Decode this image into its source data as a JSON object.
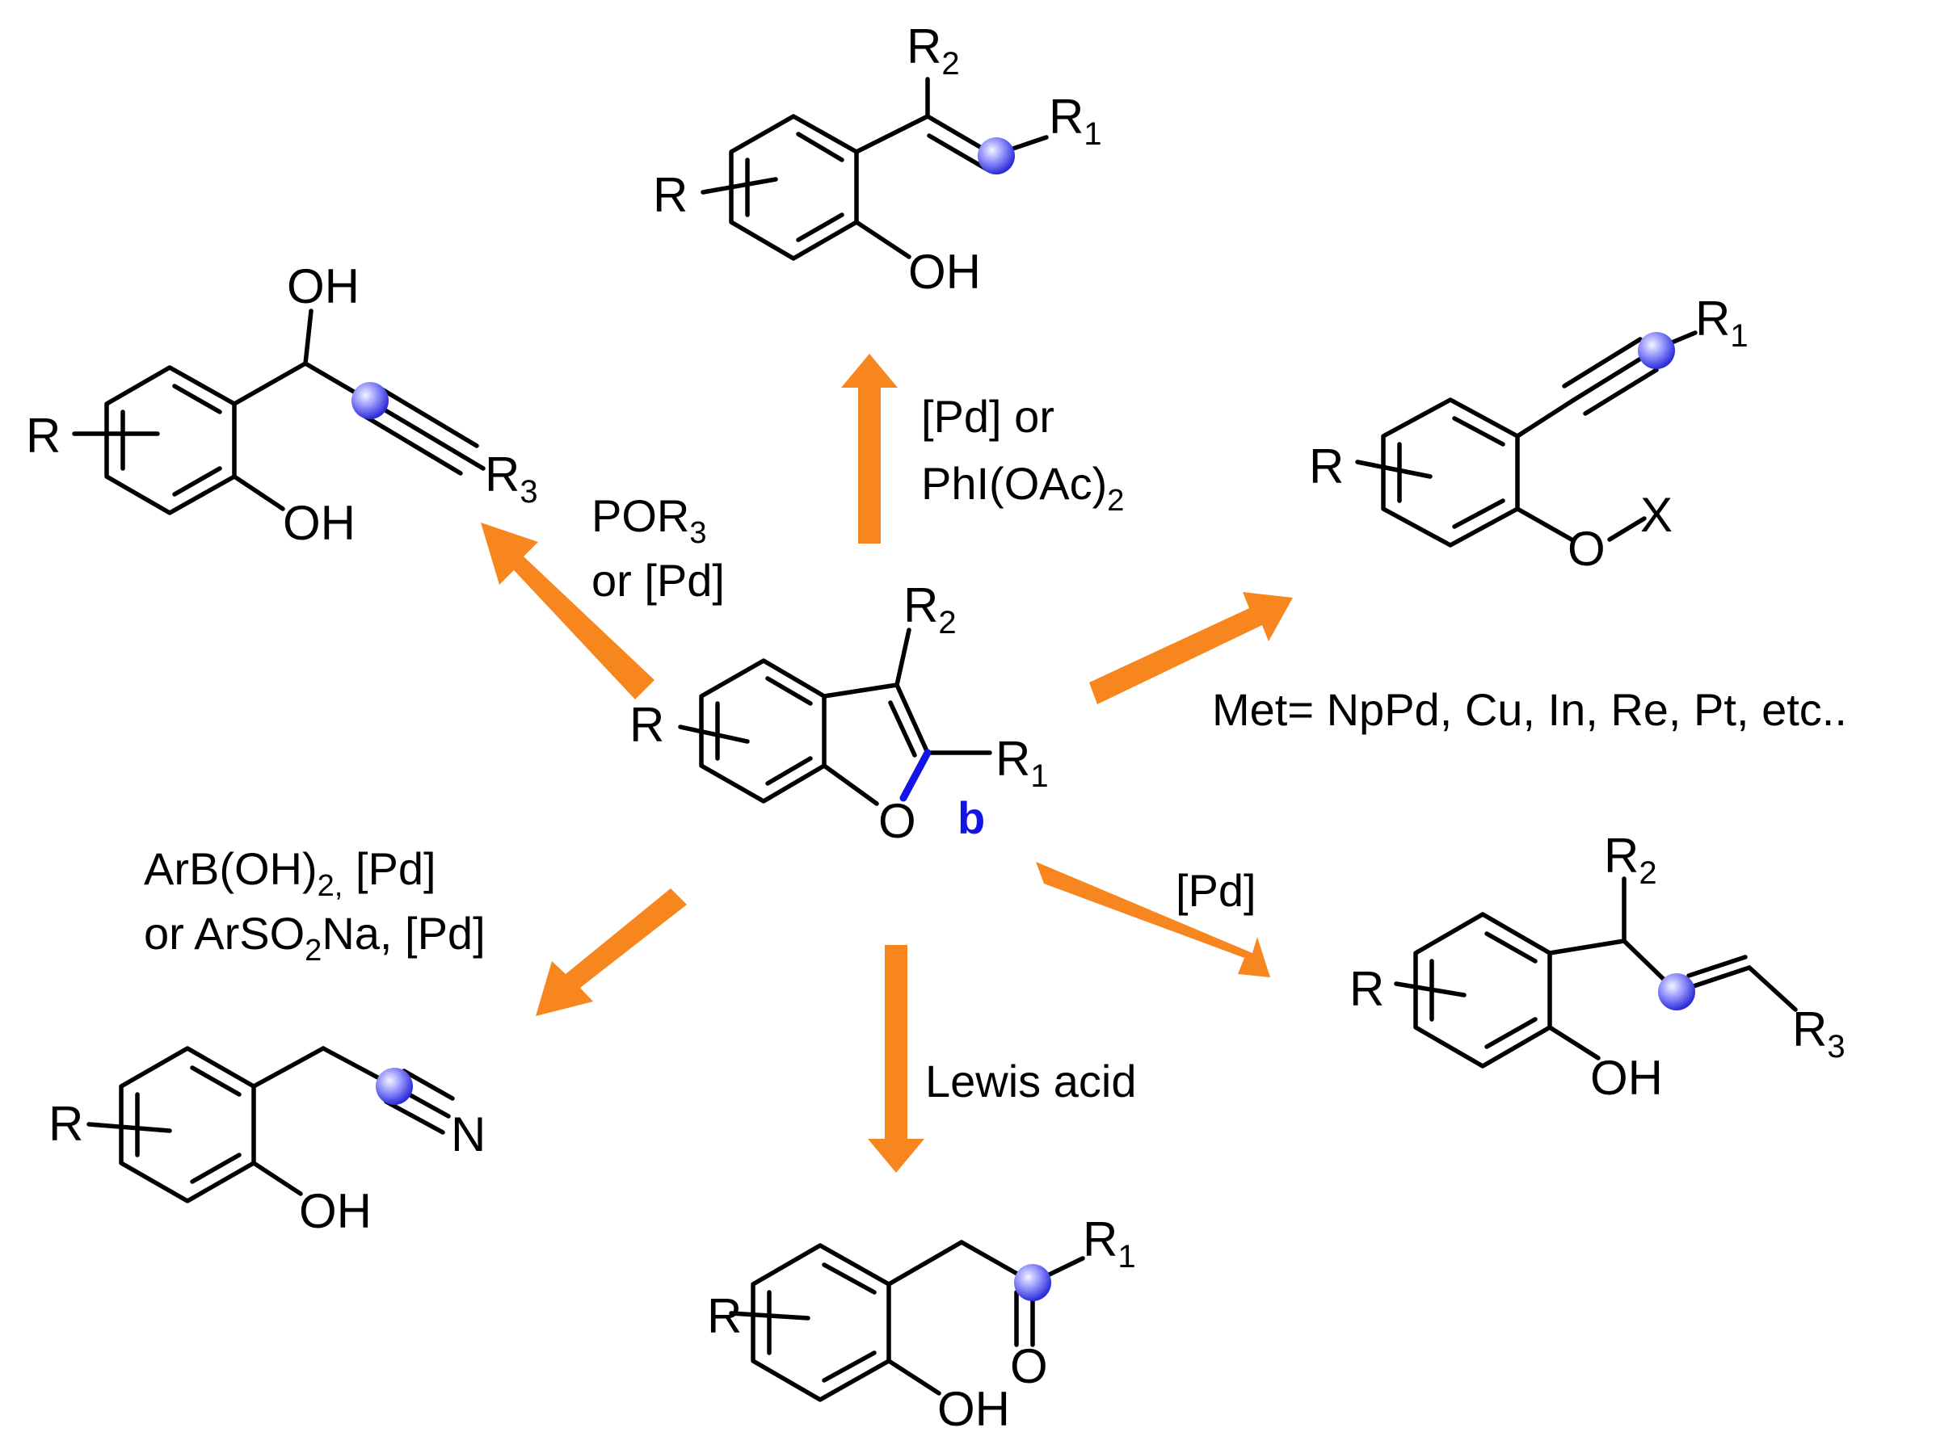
{
  "colors": {
    "arrow": "#f7861e",
    "bond": "#000000",
    "highlight_bond": "#1414e6",
    "label_b": "#1414e6",
    "atom_sphere": "#6b6bff"
  },
  "center": {
    "R": "R",
    "R1": "R",
    "R1_sub": "1",
    "R2": "R",
    "R2_sub": "2",
    "O": "O",
    "bond_label": "b"
  },
  "conditions": {
    "top": {
      "line1": "[Pd] or",
      "line2_main": "PhI(OAc)",
      "line2_sub": "2"
    },
    "upper_left": {
      "line1_main": "POR",
      "line1_sub": "3",
      "line2": "or [Pd]"
    },
    "right": {
      "text": "Met= NpPd, Cu, In, Re, Pt, etc.."
    },
    "lower_right": {
      "text": "[Pd]"
    },
    "bottom": {
      "text": "Lewis acid"
    },
    "lower_left": {
      "line1_main": "ArB(OH)",
      "line1_sub": "2,",
      "line1_rest": " [Pd]",
      "line2_a": "or ArSO",
      "line2_sub": "2",
      "line2_b": "Na, [Pd]"
    }
  },
  "products": {
    "top": {
      "R": "R",
      "R1": "R",
      "R1_sub": "1",
      "R2": "R",
      "R2_sub": "2",
      "OH": "OH"
    },
    "upper_left": {
      "R": "R",
      "OH_top": "OH",
      "OH": "OH",
      "R3": "R",
      "R3_sub": "3"
    },
    "right": {
      "R": "R",
      "R1": "R",
      "R1_sub": "1",
      "O": "O",
      "X": "X"
    },
    "lower_right": {
      "R": "R",
      "R2": "R",
      "R2_sub": "2",
      "R3": "R",
      "R3_sub": "3",
      "OH": "OH"
    },
    "lower_left": {
      "R": "R",
      "N": "N",
      "OH": "OH"
    },
    "bottom": {
      "R": "R",
      "R1": "R",
      "R1_sub": "1",
      "O": "O",
      "OH": "OH"
    }
  }
}
